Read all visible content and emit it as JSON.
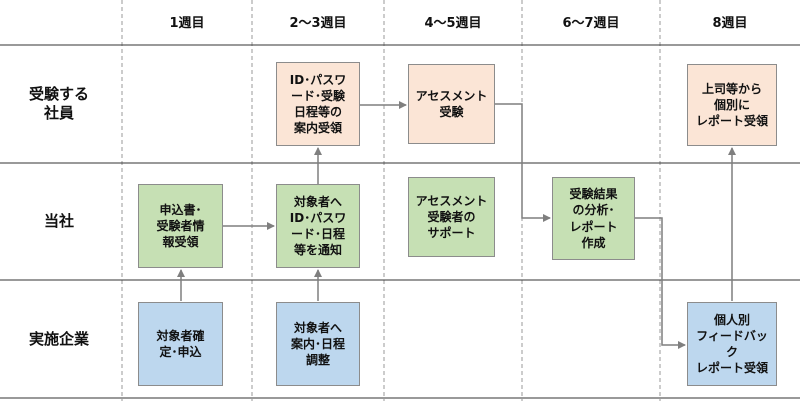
{
  "weeks": [
    "1週目",
    "2～3週目",
    "4～5週目",
    "6～7週目",
    "8週目"
  ],
  "lanes": [
    "受験する\n社員",
    "当社",
    "実施企業"
  ],
  "boxes": {
    "id_receive": "ID･パスワ\nード･受験\n日程等の\n案内受領",
    "assessment_take": "アセスメント\n受験",
    "report_from_boss": "上司等から\n個別に\nレポート受領",
    "application_receive": "申込書･\n受験者情\n報受領",
    "notify_targets": "対象者へ\nID･パスワ\nード･日程\n等を通知",
    "assessment_support": "アセスメント\n受験者の\nサポート",
    "analysis_report": "受験結果\nの分析･\nレポート\n作成",
    "target_confirm": "対象者確\n定･申込",
    "guide_schedule": "対象者へ\n案内･日程\n調整",
    "individual_feedback": "個人別\nフィードバック\nレポート受領"
  },
  "colors": {
    "employee_box": "#fbe5d6",
    "company_box": "#c6e0b4",
    "vendor_box": "#bdd7ee",
    "border": "#8c8c8c",
    "lane_line": "#333333",
    "grid_dash": "#999999",
    "arrow": "#7f7f7f"
  }
}
